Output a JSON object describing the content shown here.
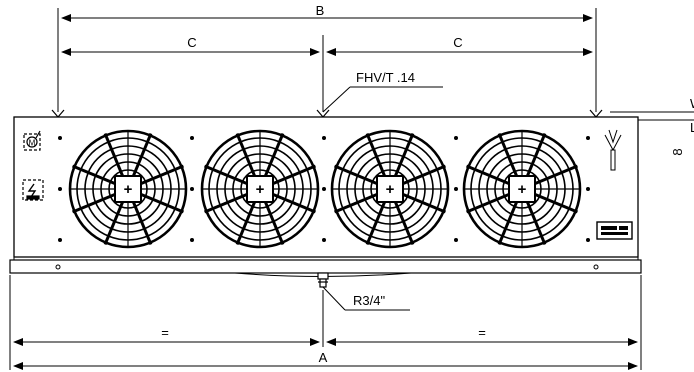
{
  "dimensions": {
    "overall_top": "B",
    "pitch_left": "C",
    "pitch_right": "C",
    "overall_bottom": "A",
    "half_left": "=",
    "half_right": "=",
    "side_height": "8",
    "side_label_top": "W",
    "side_label_bottom": "L"
  },
  "callouts": {
    "mounting_fixing": "FHV/T .14",
    "drain_connection": "R3/4\""
  },
  "fans": {
    "count": 4,
    "hub_symbol": "+"
  },
  "icons": [
    "motor-symbol-icon",
    "electrical-hazard-icon",
    "inlet-symbol-icon",
    "nameplate-icon"
  ]
}
